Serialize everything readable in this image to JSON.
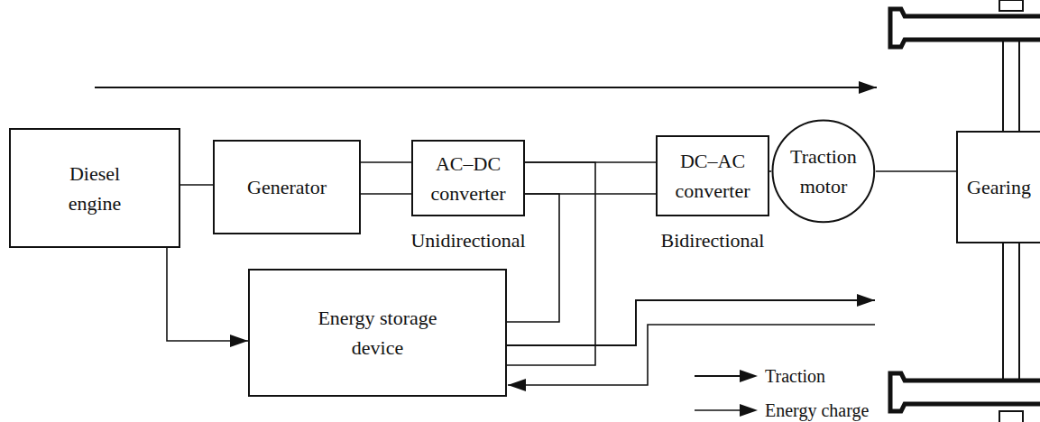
{
  "diagram": {
    "nodes": [
      {
        "text": [
          "Diesel engine"
        ]
      },
      {
        "text": [
          "Generator"
        ]
      },
      {
        "text": [
          "AC–DC converter",
          "Unidirectional"
        ]
      },
      {
        "text": [
          "DC–AC converter",
          "Bidirectional"
        ]
      },
      {
        "text": [
          "Traction motor"
        ]
      },
      {
        "text": [
          "Gearing"
        ]
      },
      {
        "text": [
          "Energy storage device"
        ]
      }
    ],
    "edges": [
      {
        "from": 0,
        "to": 1,
        "arrow": "none"
      },
      {
        "from": 1,
        "to": 2,
        "arrow": "none"
      },
      {
        "from": 2,
        "to": 3,
        "arrow": "none"
      },
      {
        "from": 2,
        "to": 6,
        "arrow": "none"
      },
      {
        "from": 3,
        "to": 4,
        "arrow": "none"
      },
      {
        "from": 4,
        "to": 5,
        "arrow": "none"
      },
      {
        "from": 0,
        "to": 6,
        "arrow": "to"
      }
    ],
    "legend": [
      {
        "text": "Traction"
      },
      {
        "text": "Energy charge"
      }
    ]
  }
}
